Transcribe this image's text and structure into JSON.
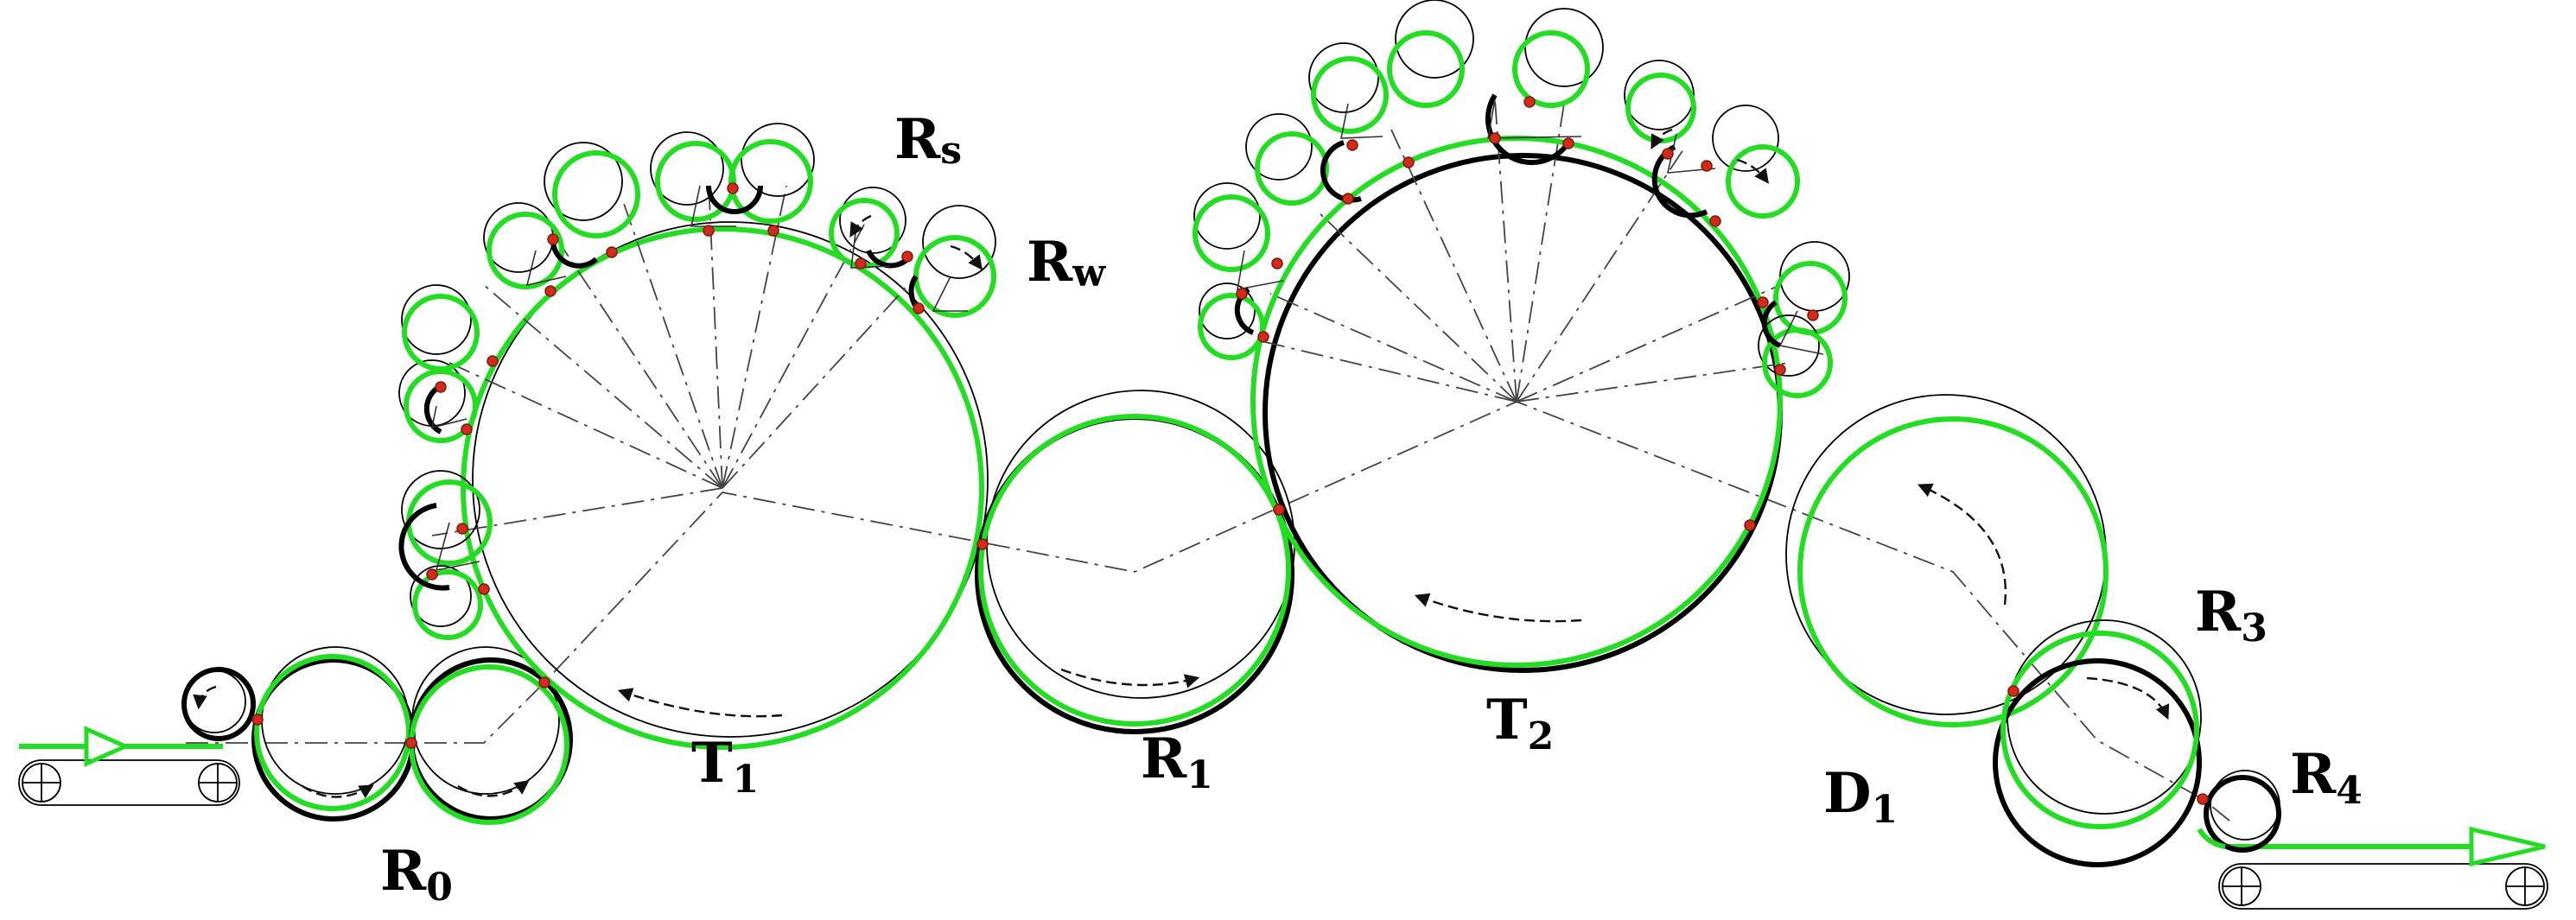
{
  "diagram": {
    "labels": {
      "R0": {
        "main": "R",
        "sub": "0"
      },
      "T1": {
        "main": "T",
        "sub": "1"
      },
      "R1": {
        "main": "R",
        "sub": "1"
      },
      "T2": {
        "main": "T",
        "sub": "2"
      },
      "D1": {
        "main": "D",
        "sub": "1"
      },
      "R3": {
        "main": "R",
        "sub": "3"
      },
      "R4": {
        "main": "R",
        "sub": "4"
      },
      "Rs": {
        "main": "R",
        "sub": "s"
      },
      "Rw": {
        "main": "R",
        "sub": "w"
      }
    },
    "colors": {
      "green": "#22dd22",
      "black": "#000000",
      "contact_point": "#d42a1a"
    }
  }
}
